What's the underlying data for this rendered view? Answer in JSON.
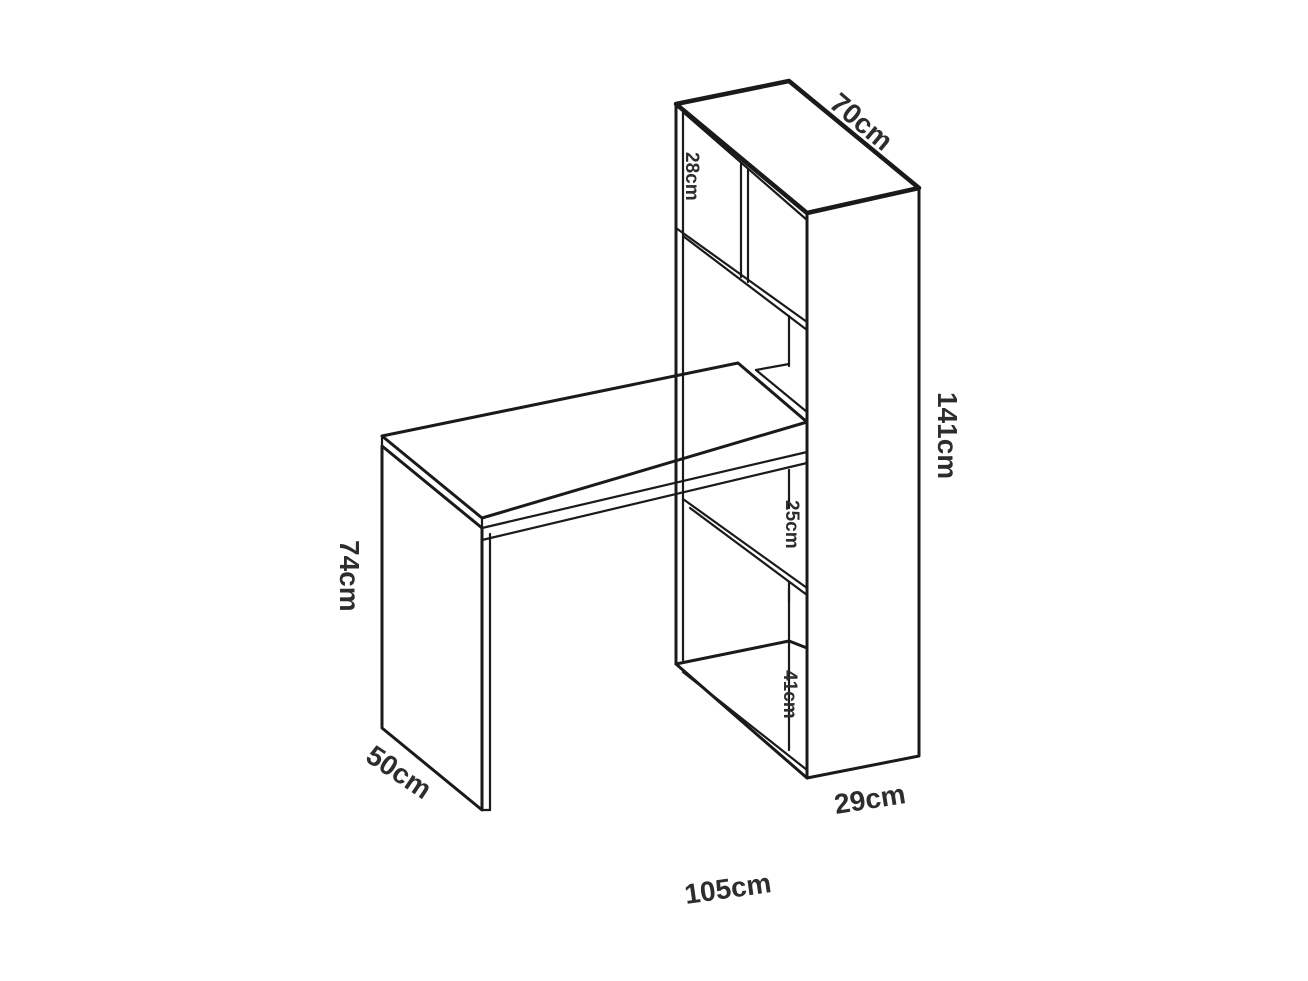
{
  "dimensions": {
    "depth_top": "70cm",
    "height_total": "141cm",
    "shelf_top": "28cm",
    "shelf_middle": "25cm",
    "shelf_bottom": "41cm",
    "desk_height": "74cm",
    "desk_depth": "50cm",
    "shelf_width": "29cm",
    "total_width": "105cm"
  }
}
